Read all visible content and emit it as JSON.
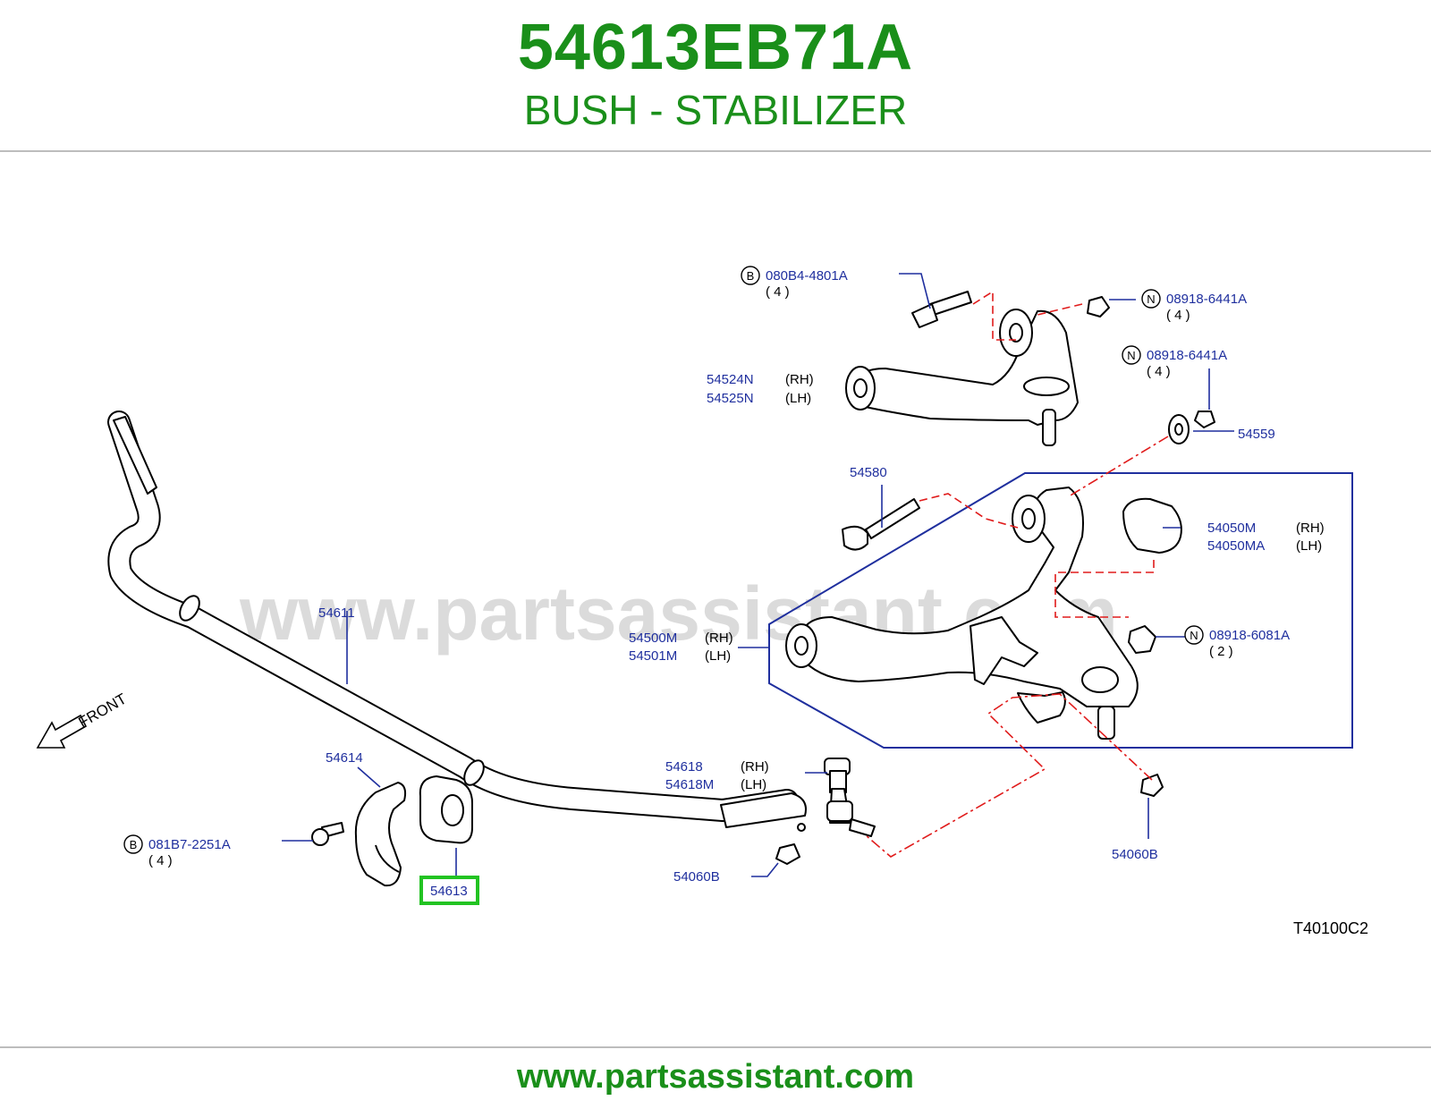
{
  "header": {
    "part_number": "54613EB71A",
    "part_name": "BUSH - STABILIZER"
  },
  "watermark": "www.partsassistant.com",
  "footer": {
    "url": "www.partsassistant.com"
  },
  "diagram_code": "T40100C2",
  "front_label": "FRONT",
  "highlight_color": "#22c322",
  "callouts": [
    {
      "id": "c1",
      "prefix": "B",
      "part": "080B4-4801A",
      "qty": "( 4 )"
    },
    {
      "id": "c2",
      "prefix": "N",
      "part": "08918-6441A",
      "qty": "( 4 )"
    },
    {
      "id": "c3",
      "prefix": "N",
      "part": "08918-6441A",
      "qty": "( 4 )"
    },
    {
      "id": "c4",
      "part": "54524N",
      "side": "(RH)"
    },
    {
      "id": "c5",
      "part": "54525N",
      "side": "(LH)"
    },
    {
      "id": "c6",
      "part": "54559"
    },
    {
      "id": "c7",
      "part": "54580"
    },
    {
      "id": "c8",
      "part": "54050M",
      "side": "(RH)"
    },
    {
      "id": "c9",
      "part": "54050MA",
      "side": "(LH)"
    },
    {
      "id": "c10",
      "part": "54611"
    },
    {
      "id": "c11",
      "part": "54500M",
      "side": "(RH)"
    },
    {
      "id": "c12",
      "part": "54501M",
      "side": "(LH)"
    },
    {
      "id": "c13",
      "prefix": "N",
      "part": "08918-6081A",
      "qty": "( 2 )"
    },
    {
      "id": "c14",
      "part": "54614"
    },
    {
      "id": "c15",
      "part": "54618",
      "side": "(RH)"
    },
    {
      "id": "c16",
      "part": "54618M",
      "side": "(LH)"
    },
    {
      "id": "c17",
      "prefix": "B",
      "part": "081B7-2251A",
      "qty": "( 4 )"
    },
    {
      "id": "c18",
      "part": "54613",
      "highlighted": true
    },
    {
      "id": "c19",
      "part": "54060B"
    },
    {
      "id": "c20",
      "part": "54060B"
    }
  ]
}
